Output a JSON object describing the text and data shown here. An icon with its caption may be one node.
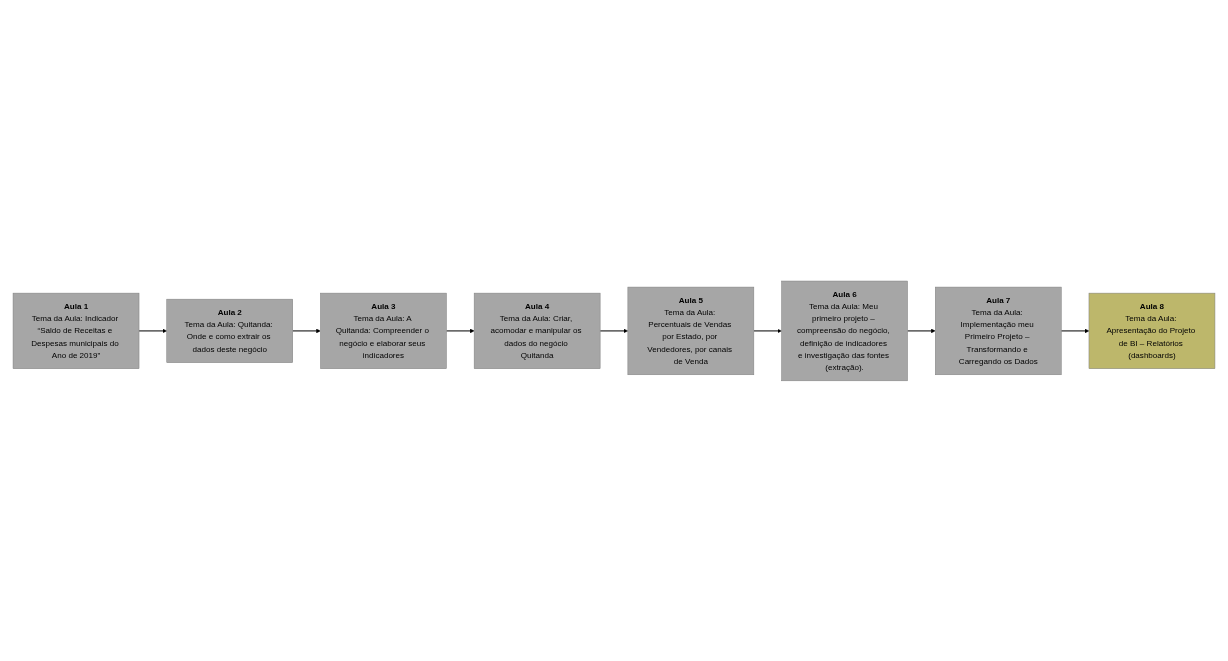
{
  "diagram": {
    "nodes": [
      {
        "text": [
          "Aula 1",
          "Tema da Aula: Indicador “Saldo de Receitas e Despesas municipais do Ano de 2019”"
        ]
      },
      {
        "text": [
          "Aula 2",
          "Tema da Aula: Quitanda: Onde e como extrair os dados deste negócio"
        ]
      },
      {
        "text": [
          "Aula 3",
          "Tema da Aula: A Quitanda: Compreender o negócio e elaborar seus indicadores"
        ]
      },
      {
        "text": [
          "Aula 4",
          "Tema da Aula: Criar, acomodar e manipular os dados do negócio Quitanda"
        ]
      },
      {
        "text": [
          "Aula 5",
          "Tema da Aula: Percentuais de Vendas por Estado, por Vendedores, por canais de Venda"
        ]
      },
      {
        "text": [
          "Aula 6",
          "Tema da Aula: Meu primeiro projeto – compreensão do negócio, definição de indicadores e investigação das fontes (extração)."
        ]
      },
      {
        "text": [
          "Aula 7",
          "Tema da Aula: Implementação meu Primeiro Projeto – Transformando e Carregando os Dados"
        ]
      },
      {
        "text": [
          "Aula 8",
          "Tema da Aula: Apresentação do Projeto de BI – Relatórios (dashboards)"
        ]
      }
    ],
    "edges": [
      {
        "from": 0,
        "to": 1,
        "arrow": "to"
      },
      {
        "from": 1,
        "to": 2,
        "arrow": "to"
      },
      {
        "from": 2,
        "to": 3,
        "arrow": "to"
      },
      {
        "from": 3,
        "to": 4,
        "arrow": "to"
      },
      {
        "from": 4,
        "to": 5,
        "arrow": "to"
      },
      {
        "from": 5,
        "to": 6,
        "arrow": "to"
      },
      {
        "from": 6,
        "to": 7,
        "arrow": "to"
      }
    ]
  }
}
